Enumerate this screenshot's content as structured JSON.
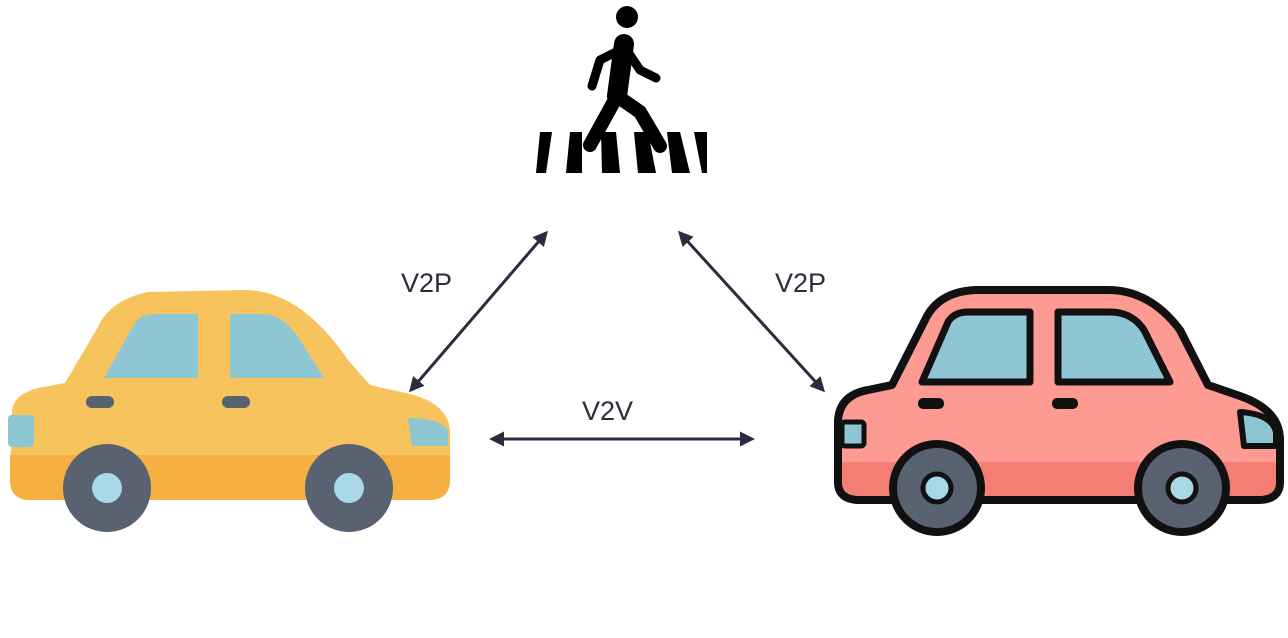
{
  "colors": {
    "background": "#ffffff",
    "arrow": "#2b2d3e",
    "yellow_body": "#f7c35d",
    "yellow_lower": "#f5b041",
    "red_body": "#fd9a92",
    "red_lower": "#f47d74",
    "glass": "#8fc6d4",
    "tire": "#596270",
    "hubcap": "#a8d8e6",
    "outline": "#111111"
  },
  "icons": {
    "pedestrian": "pedestrian-crosswalk-icon",
    "left_car": "yellow-car-icon",
    "right_car": "red-car-icon"
  },
  "links": {
    "left_car_to_pedestrian": "V2P",
    "right_car_to_pedestrian": "V2P",
    "car_to_car": "V2V"
  }
}
